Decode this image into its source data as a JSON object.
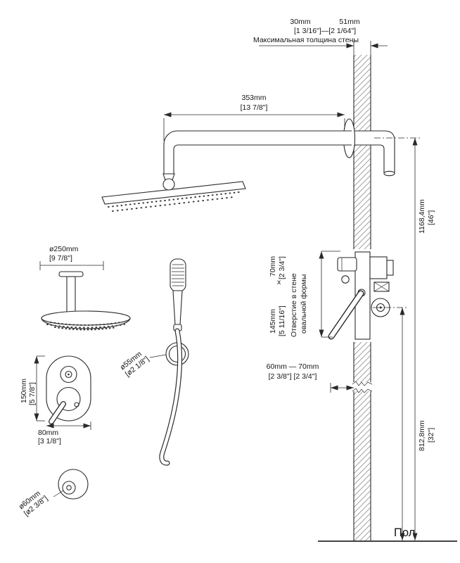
{
  "diagram": {
    "wall_thickness": {
      "min_mm": "30mm",
      "max_mm": "51mm",
      "range_in": "[1 3/16\"]—[2 1/64\"]",
      "caption": "Максимальная толщина стены"
    },
    "arm_length": {
      "mm": "353mm",
      "in": "[13 7/8\"]"
    },
    "round_head": {
      "dia_mm": "ø250mm",
      "dia_in": "[9 7/8\"]"
    },
    "mixer_panel": {
      "height_mm": "150mm",
      "height_in": "[5 7/8\"]",
      "width_mm": "80mm",
      "width_in": "[3 1/8\"]"
    },
    "hand_shower": {
      "dia_mm": "ø55mm",
      "dia_in": "[ø2 1/8\"]"
    },
    "outlet": {
      "dia_mm": "ø60mm",
      "dia_in": "[ø2 3/8\"]"
    },
    "wall_hole": {
      "height_mm": "145mm",
      "height_in": "[5 11/16\"]",
      "sep": "x",
      "width_mm": "70mm",
      "width_in": "[2 3/4\"]",
      "note_line1": "Отверстие в стене",
      "note_line2": "овальной формы",
      "depth_range_mm": "60mm — 70mm",
      "depth_range_in": "[2 3/8\"] [2 3/4\"]"
    },
    "mount_heights": {
      "upper_mm": "1168,4mm",
      "upper_in": "[46\"]",
      "lower_mm": "812,8mm",
      "lower_in": "[32\"]"
    },
    "floor_label": "Пол"
  }
}
